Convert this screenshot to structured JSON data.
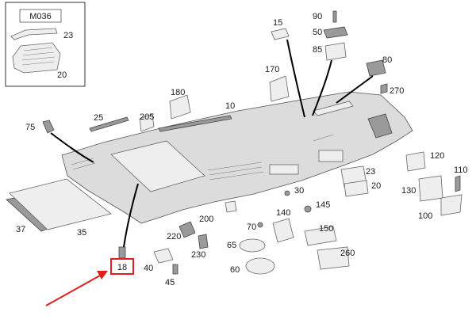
{
  "inset": {
    "code": "M036",
    "labels": [
      "23",
      "20"
    ]
  },
  "highlighted_label": "18",
  "labels": {
    "l15": "15",
    "l90": "90",
    "l50": "50",
    "l85": "85",
    "l80": "80",
    "l170": "170",
    "l270": "270",
    "l180": "180",
    "l10": "10",
    "l25": "25",
    "l205": "205",
    "l75": "75",
    "l120": "120",
    "l110": "110",
    "l23": "23",
    "l20": "20",
    "l130": "130",
    "l30": "30",
    "l145": "145",
    "l100": "100",
    "l140": "140",
    "l200": "200",
    "l70": "70",
    "l150": "150",
    "l37": "37",
    "l35": "35",
    "l220": "220",
    "l65": "65",
    "l260": "260",
    "l230": "230",
    "l40": "40",
    "l60": "60",
    "l45": "45"
  },
  "colors": {
    "highlight": "#e0201c",
    "arrow": "#e0201c",
    "ink": "#1a1a1a"
  }
}
